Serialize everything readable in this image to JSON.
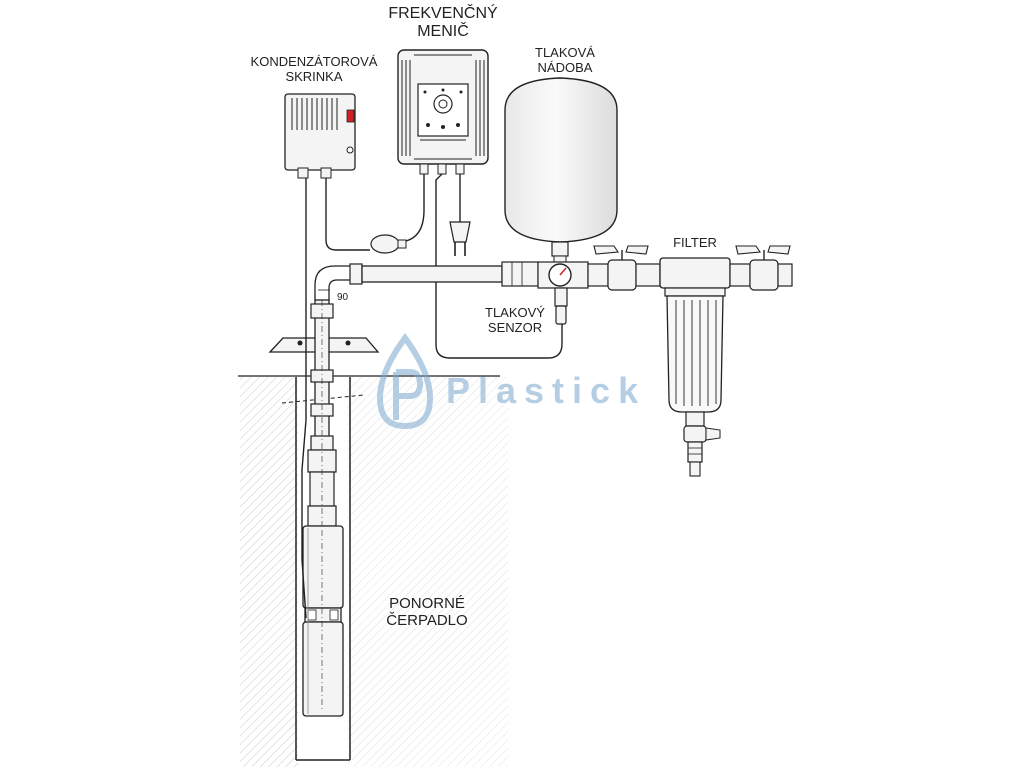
{
  "labels": {
    "inverter": [
      "FREKVENČNÝ",
      "MENIČ"
    ],
    "capacitor_box": [
      "KONDENZÁTOROVÁ",
      "SKRINKA"
    ],
    "pressure_vessel": [
      "TLAKOVÁ",
      "NÁDOBA"
    ],
    "filter": "FILTER",
    "pressure_sensor": [
      "TLAKOVÝ",
      "SENZOR"
    ],
    "pump": [
      "PONORNÉ",
      "ČERPADLO"
    ],
    "elbow_angle": "90"
  },
  "watermark": {
    "text": "Plastick",
    "color": "#7aa7cf"
  },
  "colors": {
    "line": "#222222",
    "fill": "#f4f4f4",
    "accent_red": "#d22020",
    "ground_hatch": "#bbbbbb"
  }
}
